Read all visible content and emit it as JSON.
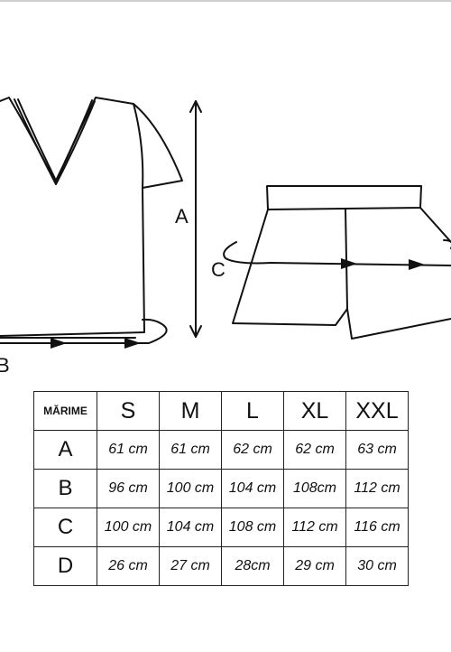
{
  "diagram": {
    "labels": {
      "a": "A",
      "b": "B",
      "c": "C"
    }
  },
  "table": {
    "header_label": "MĂRIME",
    "sizes": [
      "S",
      "M",
      "L",
      "XL",
      "XXL"
    ],
    "rows": [
      {
        "label": "A",
        "values": [
          "61 cm",
          "61 cm",
          "62 cm",
          "62 cm",
          "63 cm"
        ]
      },
      {
        "label": "B",
        "values": [
          "96 cm",
          "100 cm",
          "104 cm",
          "108cm",
          "112 cm"
        ]
      },
      {
        "label": "C",
        "values": [
          "100 cm",
          "104 cm",
          "108 cm",
          "112 cm",
          "116 cm"
        ]
      },
      {
        "label": "D",
        "values": [
          "26 cm",
          "27 cm",
          "28cm",
          "29 cm",
          "30 cm"
        ]
      }
    ]
  }
}
